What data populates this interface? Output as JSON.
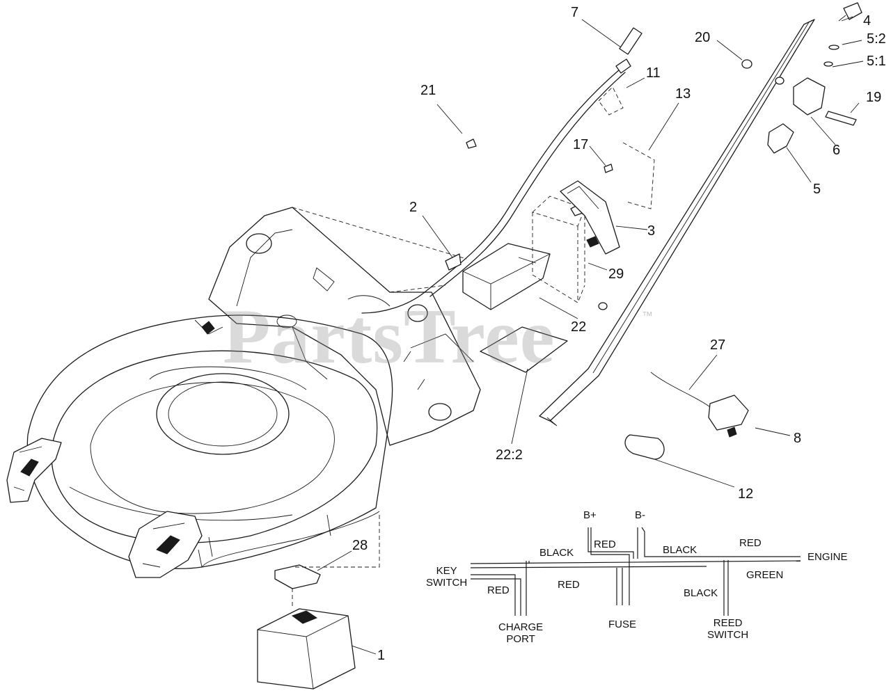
{
  "watermark": {
    "text": "PartsTree",
    "trademark": "™"
  },
  "callouts": {
    "c7": "7",
    "c4": "4",
    "c20": "20",
    "c5_2": "5:2",
    "c5_1": "5:1",
    "c11": "11",
    "c21": "21",
    "c13": "13",
    "c19": "19",
    "c6": "6",
    "c17": "17",
    "c5": "5",
    "c2": "2",
    "c3": "3",
    "c29": "29",
    "c22": "22",
    "c27": "27",
    "c8": "8",
    "c22_2": "22:2",
    "c12": "12",
    "c28": "28",
    "c1": "1"
  },
  "wiring": {
    "b_plus": "B+",
    "b_minus": "B-",
    "black_1": "BLACK",
    "red_1": "RED",
    "black_2": "BLACK",
    "red_2": "RED",
    "engine": "ENGINE",
    "key_switch": "KEY\nSWITCH",
    "red_3": "RED",
    "green": "GREEN",
    "red_4": "RED",
    "black_3": "BLACK",
    "charge_port": "CHARGE\nPORT",
    "fuse": "FUSE",
    "reed_switch": "REED\nSWITCH"
  }
}
